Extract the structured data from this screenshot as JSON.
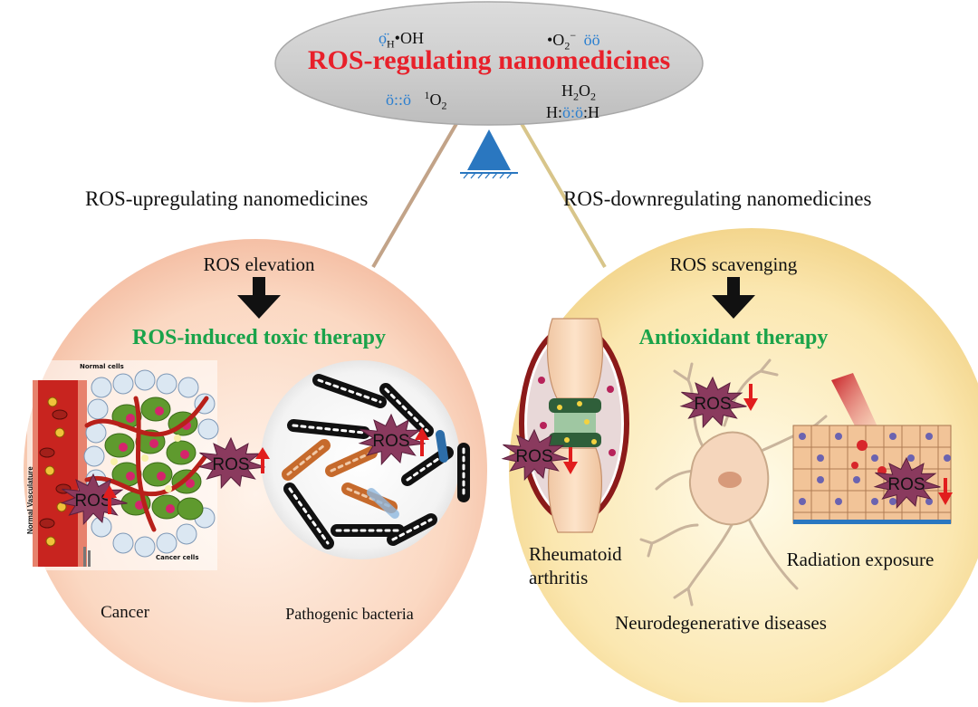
{
  "header": {
    "title": "ROS-regulating nanomedicines",
    "species": {
      "hydroxyl_dots": "ọ̈",
      "hydroxyl_h": "H",
      "hydroxyl": "•OH",
      "superoxide": "•O",
      "superoxide_sub": "2",
      "superoxide_sup": "−",
      "superoxide_dots": "öö",
      "singlet_dots": "ö::ö",
      "singlet_sup": "1",
      "singlet": "O",
      "singlet_sub": "2",
      "peroxide": "H",
      "peroxide_sub": "2",
      "peroxide_o": "O",
      "peroxide_h_left": "H:",
      "peroxide_dots": "ö:ö",
      "peroxide_h_right": ":H"
    }
  },
  "left": {
    "heading": "ROS-upregulating nanomedicines",
    "step": "ROS elevation",
    "therapy": "ROS-induced toxic therapy",
    "cancer_label": "Cancer",
    "bacteria_label": "Pathogenic bacteria",
    "normal_cells": "Normal cells",
    "cancer_cells": "Cancer cells",
    "normal_vasculature": "Normal Vasculature"
  },
  "right": {
    "heading": "ROS-downregulating nanomedicines",
    "step": "ROS scavenging",
    "therapy": "Antioxidant therapy",
    "ra_line1": "Rheumatoid",
    "ra_line2": "arthritis",
    "neuro_label": "Neurodegenerative diseases",
    "radiation_label": "Radiation exposure"
  },
  "ros_badge": "ROS",
  "colors": {
    "title_red": "#e8202a",
    "therapy_green": "#1aa34a",
    "ros_up_arrow": "#e11d1d",
    "balance_blue": "#2a77c0",
    "left_circle": "#f6c8ad",
    "right_circle": "#f7dfa0"
  }
}
